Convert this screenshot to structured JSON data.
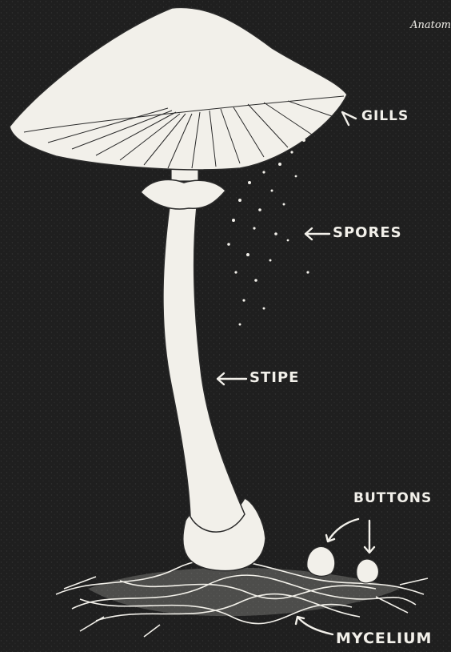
{
  "corner_text": "Anatom",
  "labels": {
    "gills": "GILLS",
    "spores": "SPORES",
    "stipe": "STIPE",
    "buttons": "BUTTONS",
    "mycelium": "MYCELIUM"
  },
  "colors": {
    "background": "#1f1f1f",
    "ink": "#f2f0ea",
    "lines": "#2a2a2a"
  }
}
